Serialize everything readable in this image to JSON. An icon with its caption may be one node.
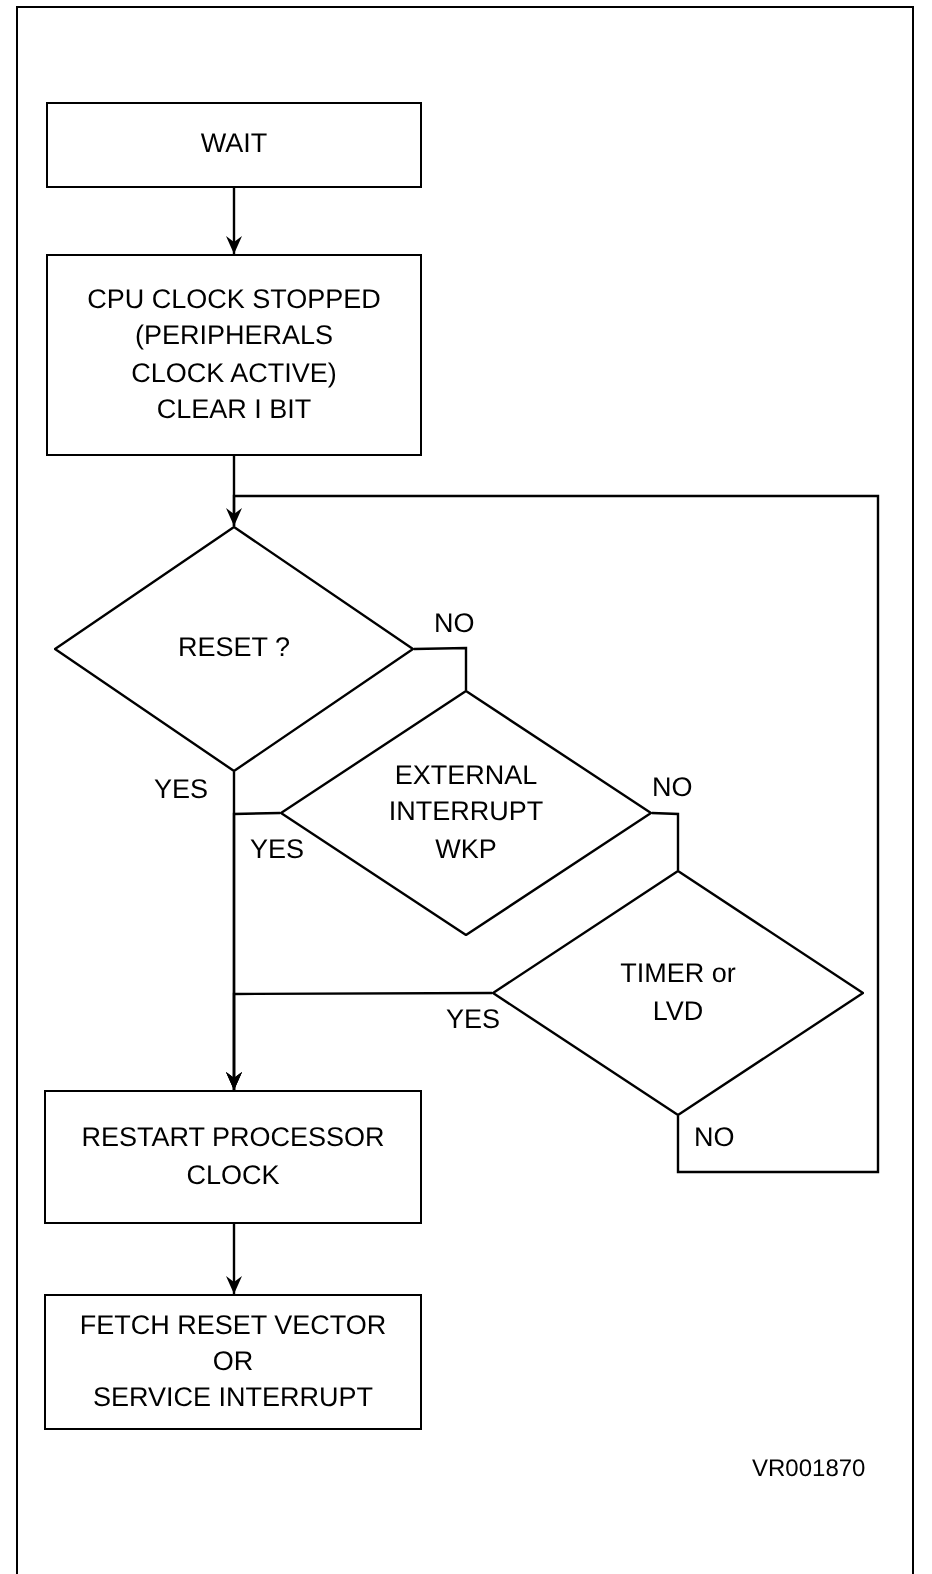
{
  "diagram": {
    "nodes": [
      {
        "text": [
          "WAIT"
        ]
      },
      {
        "text": [
          "CPU CLOCK STOPPED",
          "(PERIPHERALS CLOCK ACTIVE)",
          "CLEAR I BIT"
        ]
      },
      {
        "text": [
          "RESET ?"
        ]
      },
      {
        "text": [
          "EXTERNAL INTERRUPT WKP"
        ]
      },
      {
        "text": [
          "TIMER or LVD"
        ]
      },
      {
        "text": [
          "RESTART PROCESSOR CLOCK"
        ]
      },
      {
        "text": [
          "FETCH RESET VECTOR",
          "OR",
          "SERVICE INTERRUPT"
        ]
      }
    ],
    "edges": [
      {
        "from": 0,
        "to": 1,
        "arrow": "to"
      },
      {
        "from": 1,
        "to": 2,
        "arrow": "none"
      },
      {
        "from": 2,
        "to": 5,
        "arrow": "to",
        "label": "YES"
      },
      {
        "from": 2,
        "to": 3,
        "arrow": "none",
        "label": "NO"
      },
      {
        "from": 3,
        "to": 5,
        "arrow": "to",
        "label": "YES"
      },
      {
        "from": 3,
        "to": 4,
        "arrow": "none",
        "label": "NO"
      },
      {
        "from": 4,
        "to": 5,
        "arrow": "to",
        "label": "YES"
      },
      {
        "from": 4,
        "to": 2,
        "arrow": "to",
        "label": "NO"
      },
      {
        "from": 5,
        "to": 6,
        "arrow": "to"
      }
    ],
    "labels": [
      "VR001870"
    ]
  }
}
